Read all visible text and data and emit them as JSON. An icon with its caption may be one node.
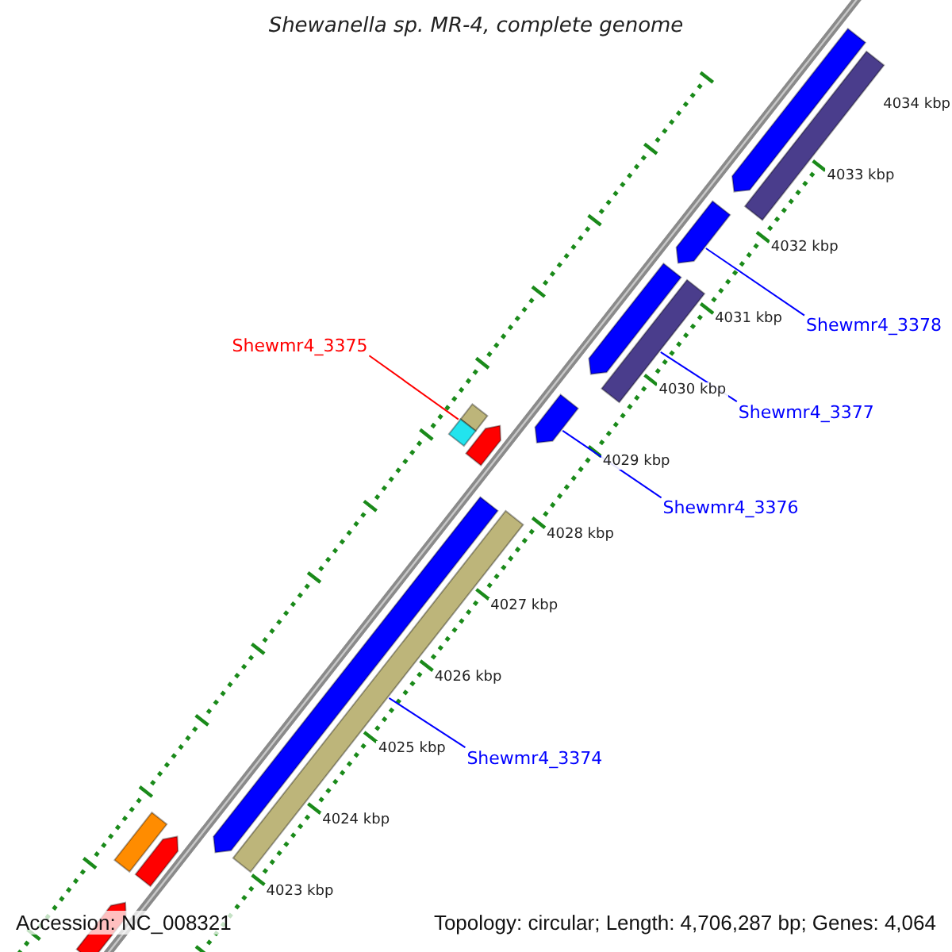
{
  "diagram": {
    "title": "Shewanella sp. MR-4, complete genome",
    "nodes": [
      {
        "text": [
          "Shewmr4_3375"
        ]
      },
      {
        "text": [],
        "shape": "bar"
      },
      {
        "text": [
          "Shewmr4_3378"
        ]
      },
      {
        "text": [],
        "shape": "bar"
      },
      {
        "text": [
          "Shewmr4_3377"
        ]
      },
      {
        "text": [],
        "shape": "bar"
      },
      {
        "text": [
          "Shewmr4_3376"
        ]
      },
      {
        "text": [],
        "shape": "bar"
      },
      {
        "text": [
          "Shewmr4_3374"
        ]
      },
      {
        "text": [],
        "shape": "bar"
      }
    ],
    "edges": [
      {
        "from": 0,
        "to": 1,
        "arrow": "none",
        "color": "#ff0000"
      },
      {
        "from": 2,
        "to": 3,
        "arrow": "none"
      },
      {
        "from": 4,
        "to": 5,
        "arrow": "none"
      },
      {
        "from": 6,
        "to": 7,
        "arrow": "none"
      },
      {
        "from": 8,
        "to": 9,
        "arrow": "none"
      }
    ],
    "labels": [
      "4034 kbp",
      "4033 kbp",
      "4032 kbp",
      "4031 kbp",
      "4030 kbp",
      "4029 kbp",
      "4028 kbp",
      "4027 kbp",
      "4026 kbp",
      "4025 kbp",
      "4024 kbp",
      "4023 kbp",
      "Accession: NC_008321",
      "Topology: circular; Length: 4,706,287 bp; Genes: 4,064"
    ]
  }
}
